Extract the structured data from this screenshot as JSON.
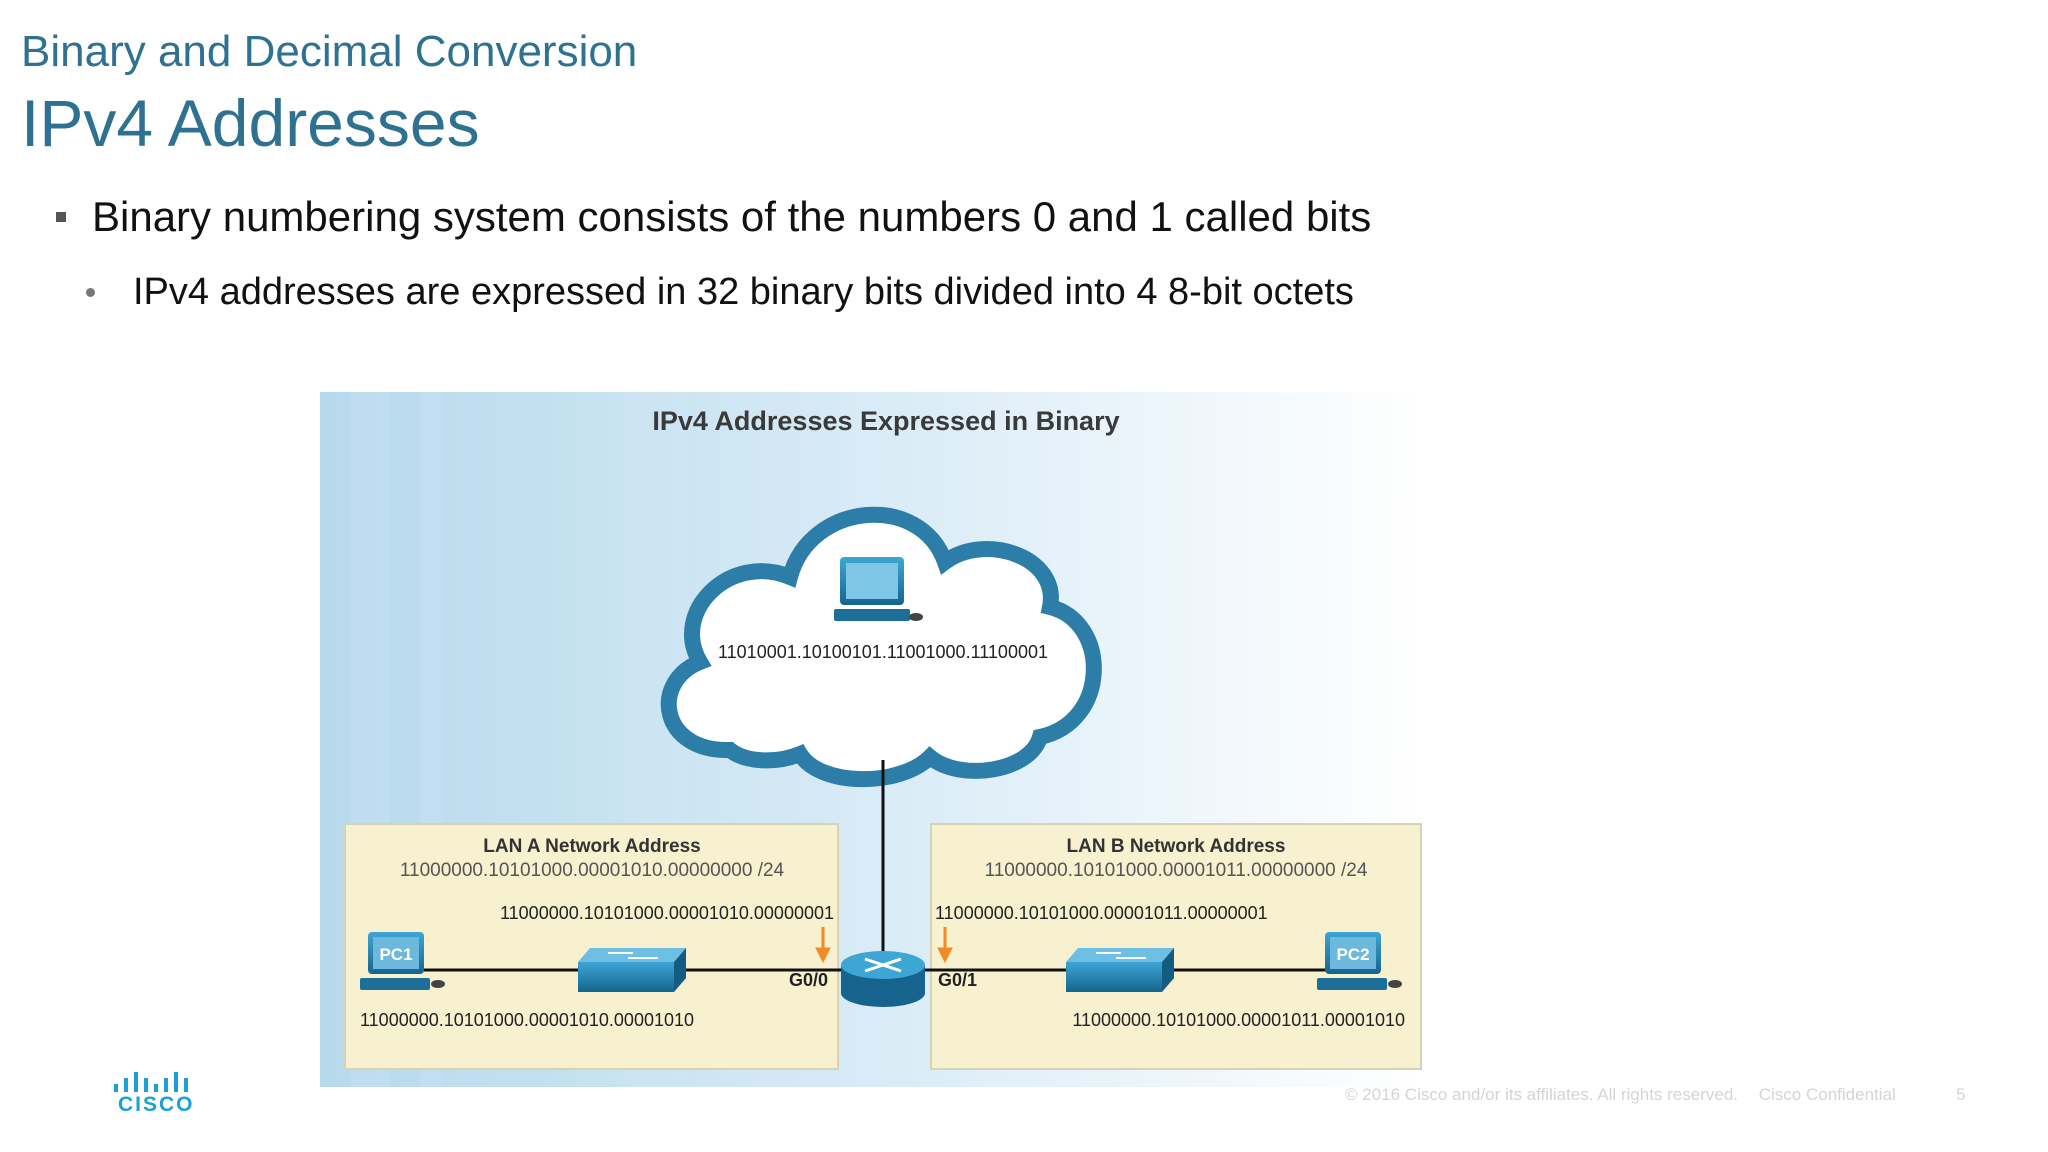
{
  "header": {
    "subtitle": "Binary and Decimal Conversion",
    "title": "IPv4 Addresses"
  },
  "bullets": {
    "level1": "Binary numbering system consists of the numbers 0 and 1 called bits",
    "level2": "IPv4 addresses are expressed in 32 binary bits divided into 4 8-bit octets"
  },
  "diagram": {
    "title": "IPv4 Addresses Expressed in Binary",
    "cloud_address": "11010001.10100101.11001000.11100001",
    "lan_a": {
      "heading": "LAN A Network Address",
      "network": "11000000.10101000.00001010.00000000 /24",
      "gateway": "11000000.10101000.00001010.00000001",
      "pc_label": "PC1",
      "pc_address": "11000000.10101000.00001010.00001010",
      "interface": "G0/0"
    },
    "lan_b": {
      "heading": "LAN B Network Address",
      "network": "11000000.10101000.00001011.00000000 /24",
      "gateway": "11000000.10101000.00001011.00000001",
      "pc_label": "PC2",
      "pc_address": "11000000.10101000.00001011.00001010",
      "interface": "G0/1"
    },
    "colors": {
      "cloud_outline": "#2c7ea8",
      "lan_box": "#f7f1cf",
      "arrow": "#f08a24",
      "device": "#1d7fae"
    }
  },
  "footer": {
    "copyright": "© 2016  Cisco and/or its affiliates. All rights reserved.",
    "confidential": "Cisco Confidential",
    "page": "5",
    "logo_word": "CISCO"
  }
}
